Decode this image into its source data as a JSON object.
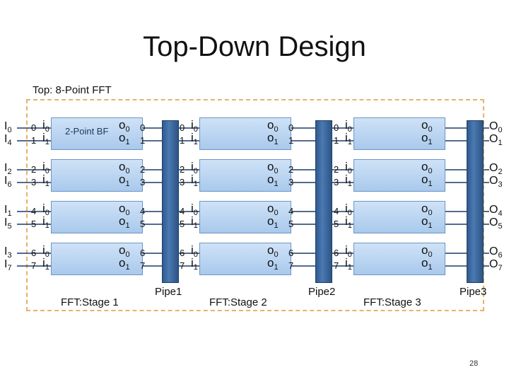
{
  "title": "Top-Down Design",
  "subtitle": "Top: 8-Point FFT",
  "bf_label": "2-Point BF",
  "input_names": [
    [
      "I",
      "0"
    ],
    [
      "I",
      "4"
    ],
    [
      "I",
      "2"
    ],
    [
      "I",
      "6"
    ],
    [
      "I",
      "1"
    ],
    [
      "I",
      "5"
    ],
    [
      "I",
      "3"
    ],
    [
      "I",
      "7"
    ]
  ],
  "output_names": [
    [
      "O",
      "0"
    ],
    [
      "O",
      "1"
    ],
    [
      "O",
      "2"
    ],
    [
      "O",
      "3"
    ],
    [
      "O",
      "4"
    ],
    [
      "O",
      "5"
    ],
    [
      "O",
      "6"
    ],
    [
      "O",
      "7"
    ]
  ],
  "wire_numbers": [
    "0",
    "1",
    "2",
    "3",
    "4",
    "5",
    "6",
    "7"
  ],
  "bf_ports": {
    "in": [
      "i",
      "i"
    ],
    "in_sub": [
      "0",
      "1"
    ],
    "out": [
      "o",
      "o"
    ],
    "out_sub": [
      "0",
      "1"
    ]
  },
  "stage_labels": [
    "FFT:Stage 1",
    "FFT:Stage 2",
    "FFT:Stage 3"
  ],
  "pipe_labels": [
    "Pipe1",
    "Pipe2",
    "Pipe3"
  ],
  "page_number": "28",
  "colors": {
    "block": "#bcd6f2",
    "pipe": "#3b67a0",
    "dashed_border": "#e8b26a"
  }
}
